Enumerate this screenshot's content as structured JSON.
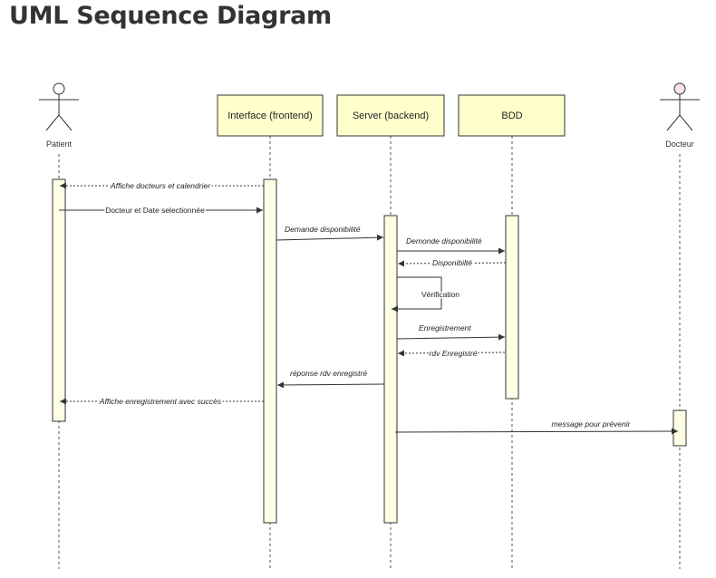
{
  "page": {
    "title": "UML Sequence Diagram"
  },
  "colors": {
    "box_fill": "#ffffcc",
    "activation_fill": "#ffffe5",
    "line": "#333333",
    "actor_head_patient": "#ffffff",
    "actor_head_docteur": "#fbe4e8"
  },
  "diagram": {
    "actors": [
      {
        "id": "patient",
        "label": "Patient"
      },
      {
        "id": "docteur",
        "label": "Docteur"
      }
    ],
    "lifelines": [
      {
        "id": "interface",
        "label": "Interface (frontend)"
      },
      {
        "id": "server",
        "label": "Server (backend)"
      },
      {
        "id": "bdd",
        "label": "BDD"
      }
    ],
    "messages": [
      {
        "id": "m1",
        "from": "interface",
        "to": "patient",
        "label": "Affiche docteurs et calendrier",
        "kind": "return"
      },
      {
        "id": "m2",
        "from": "patient",
        "to": "interface",
        "label": "Docteur et Date selectionnée",
        "kind": "sync"
      },
      {
        "id": "m3",
        "from": "interface",
        "to": "server",
        "label": "Demande disponibilité",
        "kind": "sync"
      },
      {
        "id": "m4",
        "from": "server",
        "to": "bdd",
        "label": "Demonde disponibilité",
        "kind": "sync"
      },
      {
        "id": "m5",
        "from": "bdd",
        "to": "server",
        "label": "Disponibilté",
        "kind": "return"
      },
      {
        "id": "m6",
        "from": "server",
        "to": "server",
        "label": "Vérification",
        "kind": "self"
      },
      {
        "id": "m7",
        "from": "server",
        "to": "bdd",
        "label": "Enregistrement",
        "kind": "sync"
      },
      {
        "id": "m8",
        "from": "bdd",
        "to": "server",
        "label": "rdv Enregistré",
        "kind": "return"
      },
      {
        "id": "m9",
        "from": "server",
        "to": "interface",
        "label": "réponse rdv enregistré",
        "kind": "sync"
      },
      {
        "id": "m10",
        "from": "interface",
        "to": "patient",
        "label": "Affiche enregistrement avec succès",
        "kind": "return"
      },
      {
        "id": "m11",
        "from": "server",
        "to": "docteur",
        "label": "message pour prévenir",
        "kind": "sync"
      }
    ]
  }
}
